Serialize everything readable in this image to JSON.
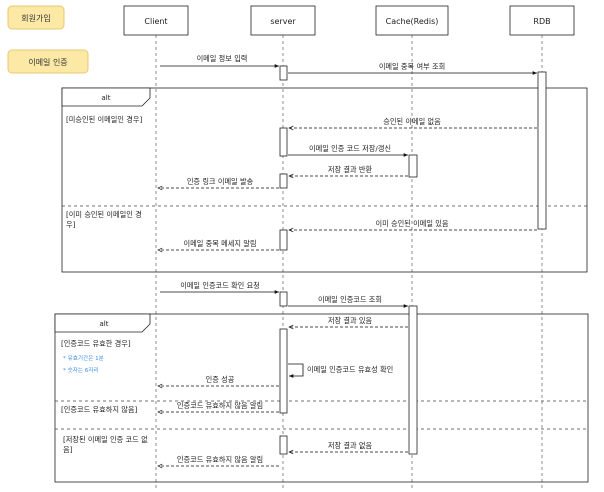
{
  "tags": {
    "signup": "회원가입",
    "email_auth": "이메일 인증",
    "fill": "#fce9a6",
    "stroke": "#e8c870"
  },
  "participants": [
    "Client",
    "server",
    "Cache(Redis)",
    "RDB"
  ],
  "alt_label": "alt",
  "alt1": {
    "cond1": "[미승인된 이메일인 경우]",
    "cond2_line1": "[이미 승인된 이메일인 경",
    "cond2_line2": "우]"
  },
  "alt2": {
    "cond1": "[인증코드 유효한 경우]",
    "note1": "* 유효기간은 1분",
    "note2": "* 숫자는 6자리",
    "cond2": "[인증코드 유효하지 않음]",
    "cond3_line1": "[저장된 이메일 인증 코드 없",
    "cond3_line2": "음]"
  },
  "messages": {
    "m1": "이메일 정보 입력",
    "m2": "이메일 중복 여부 조회",
    "m3": "승인된 이메일 없음",
    "m4": "이메일 인증 코드 저장/갱신",
    "m5": "저장 결과 반환",
    "m6": "인증 링크 이메일 발송",
    "m7": "이미 승인된 이메일 있음",
    "m8": "이메일 중복 메세지 알림",
    "m9": "이메일 인증코드 확인 요청",
    "m10": "이메일 인증코드 조회",
    "m11": "저장 결과 있음",
    "m12": "이메일 인증코드 유효성 확인",
    "m13": "인증 성공",
    "m14": "인증코드 유효하지 않음 알림",
    "m15": "저장 결과 없음",
    "m16": "인증코드 유효하지 않음 알림"
  }
}
